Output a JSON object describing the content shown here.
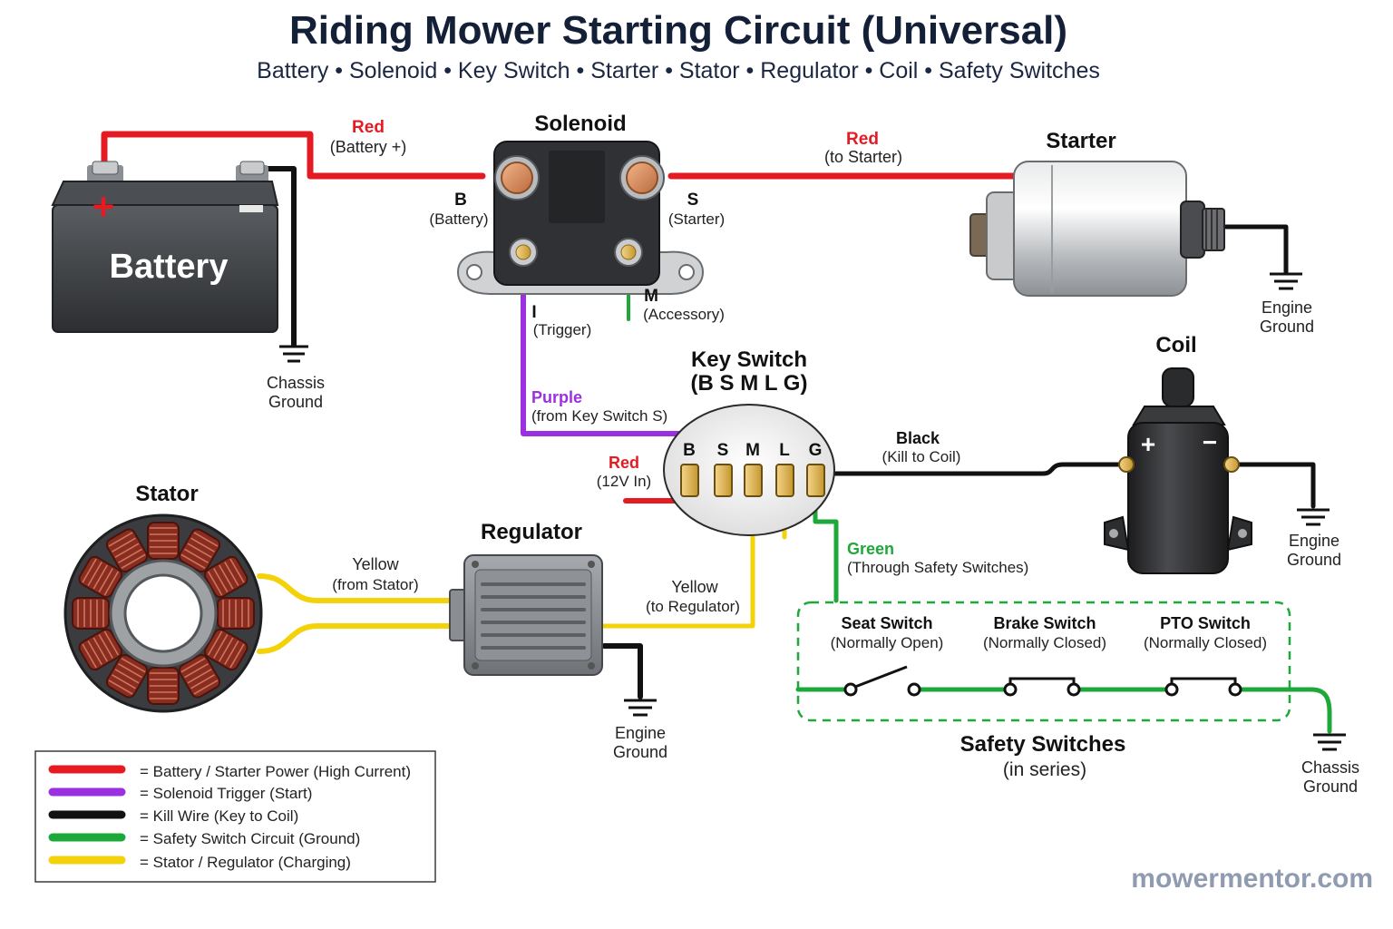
{
  "title": "Riding Mower Starting Circuit (Universal)",
  "subtitle": "Battery • Solenoid • Key Switch • Starter • Stator • Regulator • Coil • Safety Switches",
  "colors": {
    "red": "#e51b23",
    "purple": "#9b30e0",
    "black": "#111111",
    "green": "#1fa83a",
    "yellow": "#f3d20a"
  },
  "components": {
    "battery": {
      "label": "Battery",
      "plus": "+"
    },
    "solenoid": {
      "title": "Solenoid",
      "b_letter": "B",
      "b_desc": "(Battery)",
      "s_letter": "S",
      "s_desc": "(Starter)",
      "i_letter": "I",
      "i_desc": "(Trigger)",
      "m_letter": "M",
      "m_desc": "(Accessory)"
    },
    "starter": {
      "title": "Starter"
    },
    "key_switch": {
      "title1": "Key Switch",
      "title2": "(B S M L G)",
      "terminals": [
        "B",
        "S",
        "M",
        "L",
        "G"
      ]
    },
    "coil": {
      "title": "Coil",
      "plus": "+",
      "minus": "−"
    },
    "stator": {
      "title": "Stator"
    },
    "regulator": {
      "title": "Regulator"
    },
    "safety": {
      "title": "Safety Switches",
      "subtitle": "(in series)",
      "switches": [
        {
          "name": "Seat Switch",
          "state": "(Normally Open)"
        },
        {
          "name": "Brake Switch",
          "state": "(Normally Closed)"
        },
        {
          "name": "PTO Switch",
          "state": "(Normally Closed)"
        }
      ]
    }
  },
  "wire_labels": {
    "red_batt_color": "Red",
    "red_batt_desc": "(Battery +)",
    "red_start_color": "Red",
    "red_start_desc": "(to Starter)",
    "purple_color": "Purple",
    "purple_desc": "(from Key Switch S)",
    "red_in_color": "Red",
    "red_in_desc": "(12V In)",
    "black_kill_color": "Black",
    "black_kill_desc": "(Kill to Coil)",
    "green_color": "Green",
    "green_desc": "(Through Safety Switches)",
    "yellow_stator_color": "Yellow",
    "yellow_stator_desc": "(from Stator)",
    "yellow_reg_color": "Yellow",
    "yellow_reg_desc": "(to Regulator)"
  },
  "grounds": {
    "chassis_1": [
      "Chassis",
      "Ground"
    ],
    "engine_starter": [
      "Engine",
      "Ground"
    ],
    "engine_coil": [
      "Engine",
      "Ground"
    ],
    "engine_regulator": [
      "Engine",
      "Ground"
    ],
    "chassis_safety": [
      "Chassis",
      "Ground"
    ]
  },
  "legend": [
    {
      "color": "red",
      "text": "= Battery / Starter Power (High Current)"
    },
    {
      "color": "purple",
      "text": "= Solenoid Trigger (Start)"
    },
    {
      "color": "black",
      "text": "= Kill Wire (Key to Coil)"
    },
    {
      "color": "green",
      "text": "= Safety Switch Circuit (Ground)"
    },
    {
      "color": "yellow",
      "text": "= Stator / Regulator (Charging)"
    }
  ],
  "watermark": "mowermentor.com"
}
